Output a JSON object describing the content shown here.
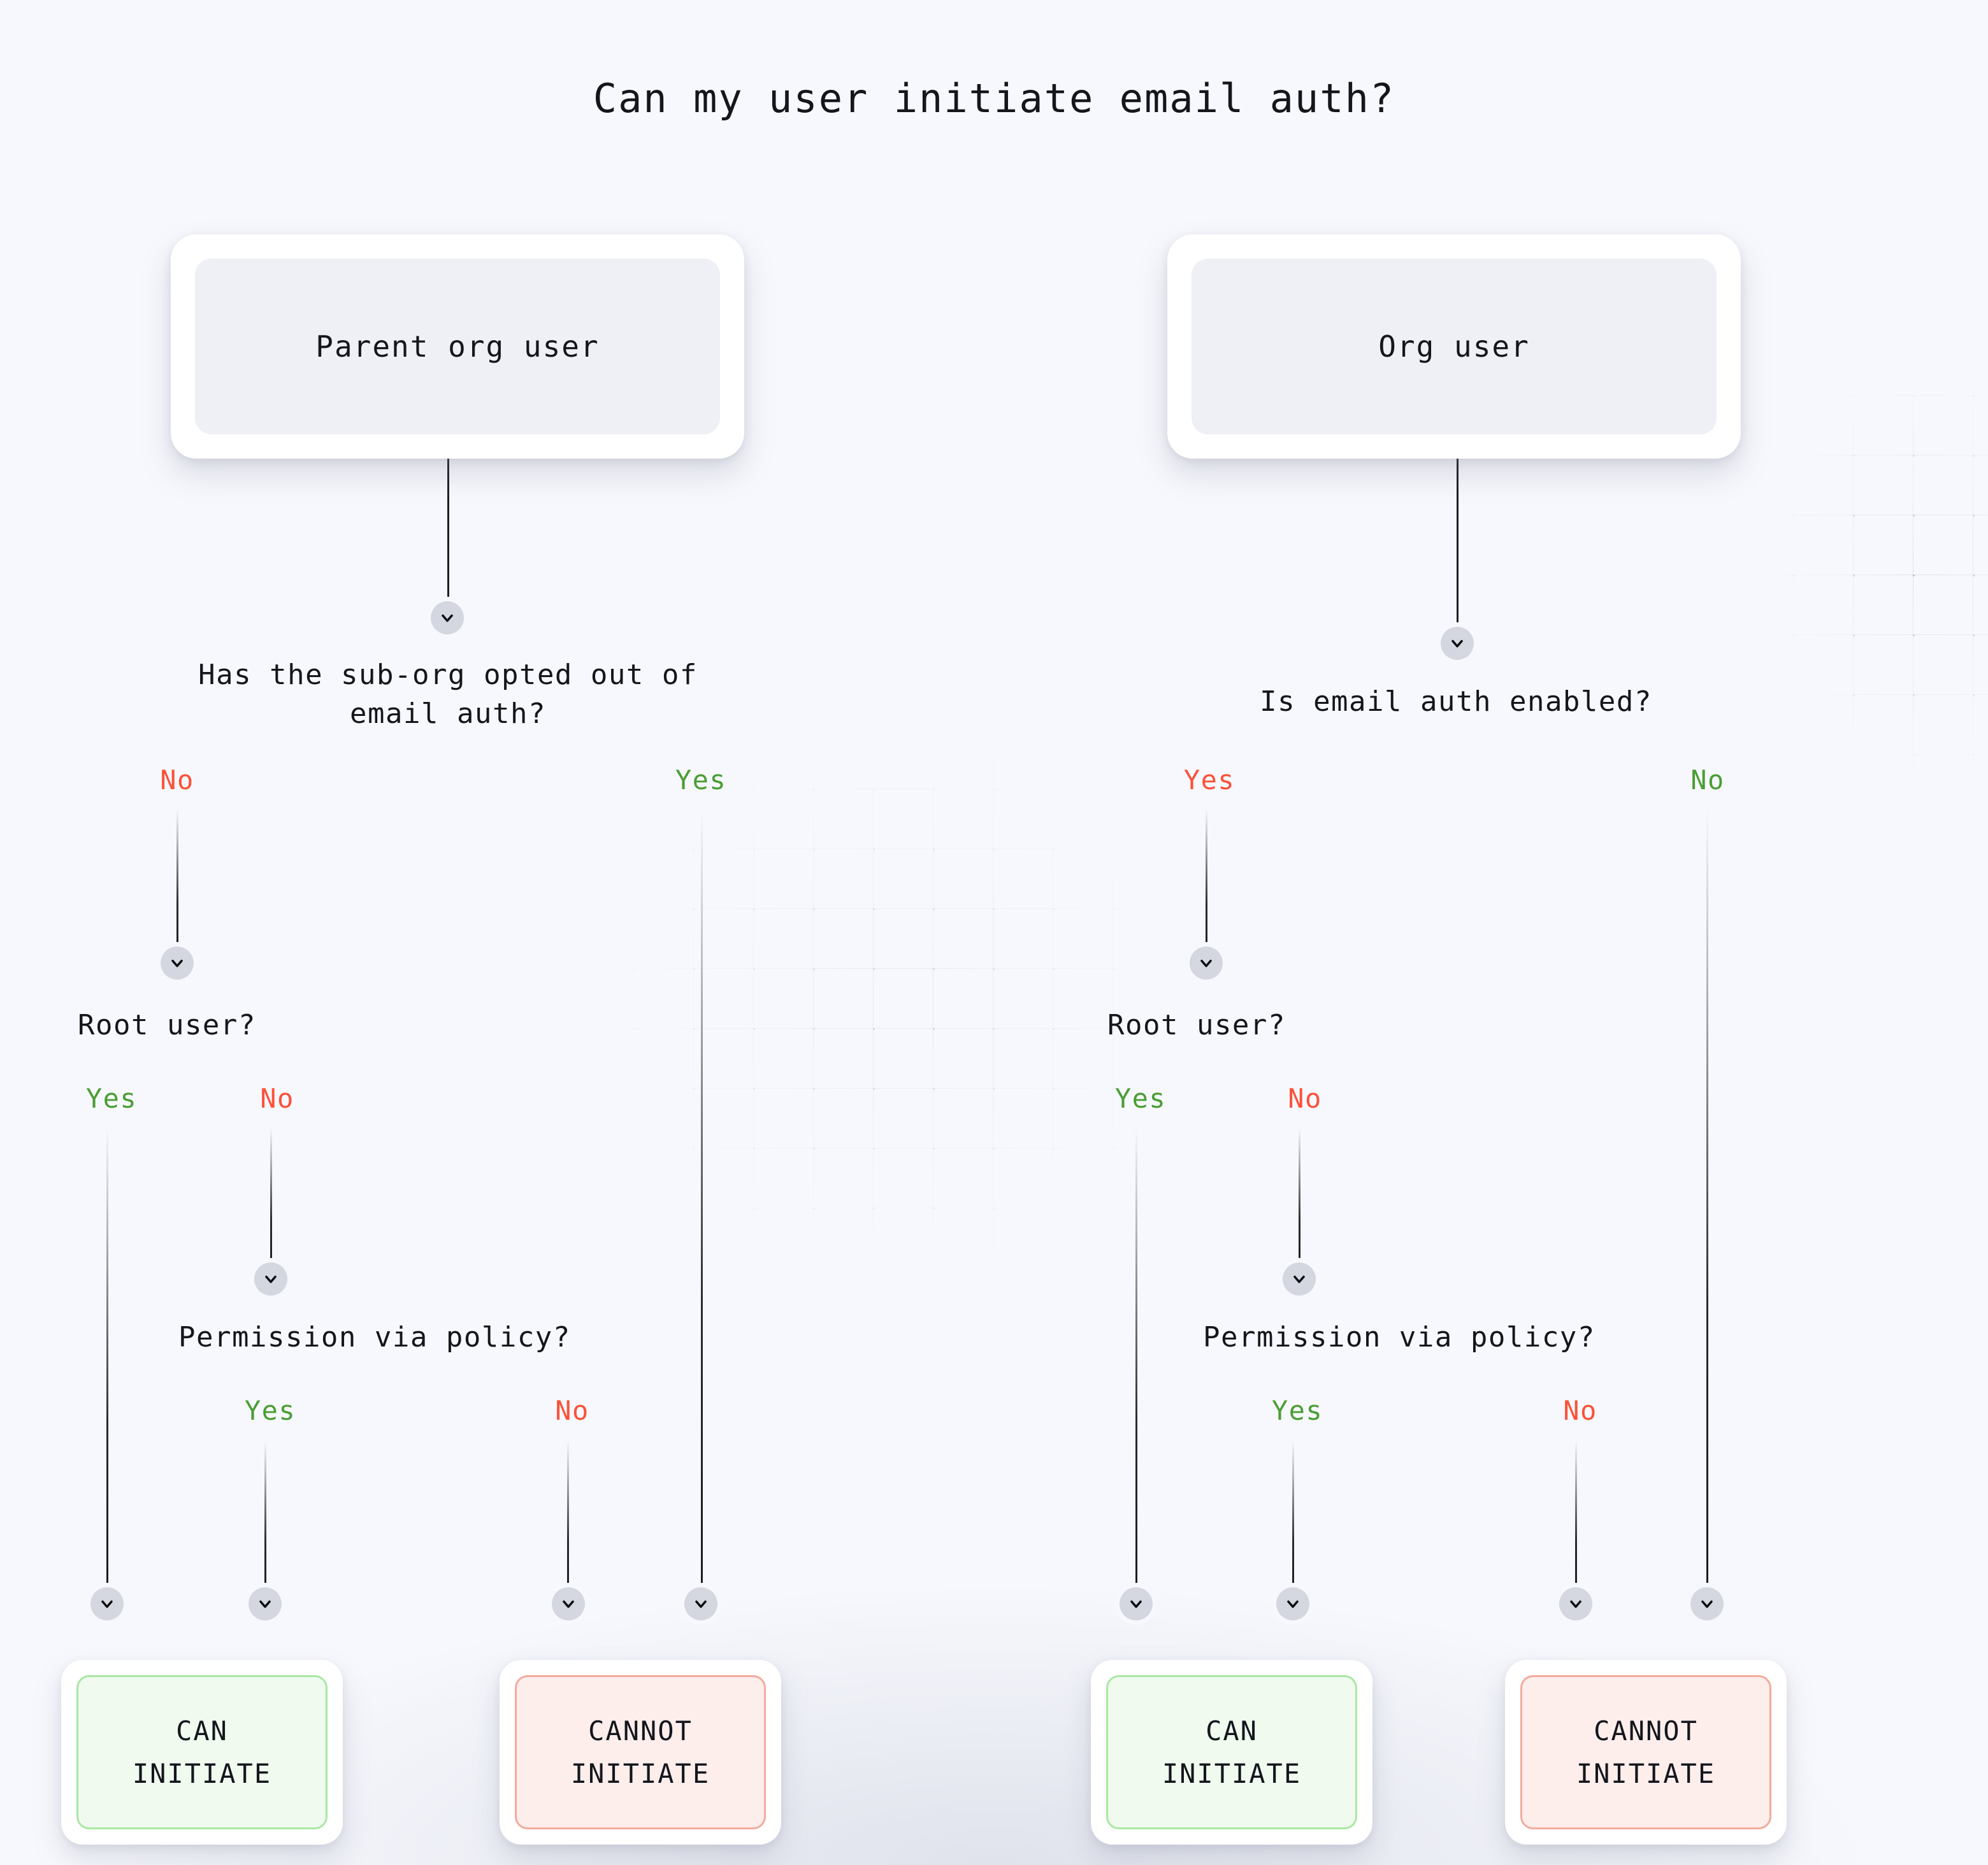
{
  "page": {
    "title": "Can my user initiate email auth?",
    "background_color": "#f7f8fd"
  },
  "colors": {
    "yes_green": "#4a9e34",
    "no_red": "#fc5139",
    "can_bg": "#f0faef",
    "can_border": "#a9e8a3",
    "cannot_bg": "#fdeeec",
    "cannot_border": "#f3aa9d",
    "card_bg": "#ffffff",
    "card_inner_bg": "#eef0f5",
    "node_bg": "#d4d7e0",
    "line": "#1b1d23"
  },
  "icons": {
    "chevron_down": "chevron-down-icon"
  },
  "flows": [
    {
      "id": "parent-org-user",
      "root_label": "Parent org user",
      "q1": {
        "text": "Has the sub-org opted out of\nemail auth?",
        "branches": [
          {
            "label": "No",
            "color": "#fc5139"
          },
          {
            "label": "Yes",
            "color": "#4a9e34"
          }
        ]
      },
      "q2": {
        "text": "Root user?",
        "branches": [
          {
            "label": "Yes",
            "color": "#4a9e34"
          },
          {
            "label": "No",
            "color": "#fc5139"
          }
        ]
      },
      "q3": {
        "text": "Permission via policy?",
        "branches": [
          {
            "label": "Yes",
            "color": "#4a9e34"
          },
          {
            "label": "No",
            "color": "#fc5139"
          }
        ]
      },
      "outcomes": [
        {
          "line1": "CAN",
          "line2": "INITIATE",
          "kind": "can"
        },
        {
          "line1": "CANNOT",
          "line2": "INITIATE",
          "kind": "cannot"
        }
      ]
    },
    {
      "id": "org-user",
      "root_label": "Org user",
      "q1": {
        "text": "Is email auth enabled?",
        "branches": [
          {
            "label": "Yes",
            "color": "#fc5139"
          },
          {
            "label": "No",
            "color": "#4a9e34"
          }
        ]
      },
      "q2": {
        "text": "Root user?",
        "branches": [
          {
            "label": "Yes",
            "color": "#4a9e34"
          },
          {
            "label": "No",
            "color": "#fc5139"
          }
        ]
      },
      "q3": {
        "text": "Permission via policy?",
        "branches": [
          {
            "label": "Yes",
            "color": "#4a9e34"
          },
          {
            "label": "No",
            "color": "#fc5139"
          }
        ]
      },
      "outcomes": [
        {
          "line1": "CAN",
          "line2": "INITIATE",
          "kind": "can"
        },
        {
          "line1": "CANNOT",
          "line2": "INITIATE",
          "kind": "cannot"
        }
      ]
    }
  ]
}
